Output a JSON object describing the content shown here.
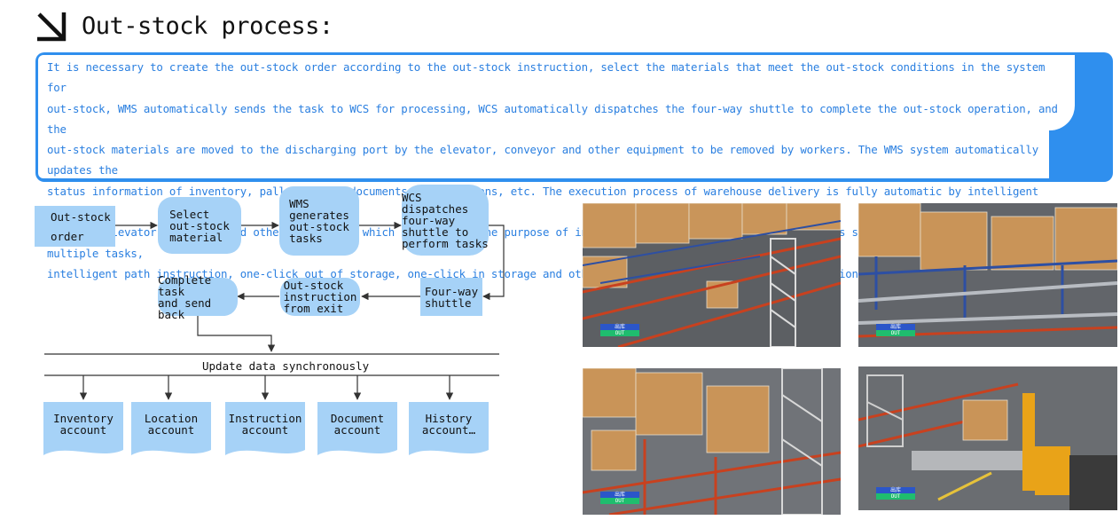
{
  "header": {
    "title": "Out-stock process:",
    "icon": "arrow-down-right-icon"
  },
  "description": {
    "text": "It is necessary to create the out-stock order according to the out-stock instruction, select the materials that meet the out-stock conditions in the system for\nout-stock, WMS automatically sends the task to WCS for processing, WCS automatically dispatches the four-way shuttle to complete the out-stock operation, and the\nout-stock materials are moved to the discharging port by the elevator, conveyor and other equipment to be removed by workers. The WMS system automatically updates the\nstatus information of inventory, pallet space, documents, instructions, etc. The execution process of warehouse delivery is fully automatic by intelligent four-way\nshuttle, elevator, conveyor and other equipment, which conforms to the purpose of intelligent warehouse management. Supports simultaneous execution of multiple tasks,\nintelligent path instruction, one-click out of storage, one-click in storage and other functions, improving overall production efficiency.",
    "accent_color": "#2f8fee",
    "text_color": "#2a7fe0"
  },
  "flow": {
    "node_color": "#a6d2f7",
    "nodes": [
      "Out-stock\n\norder",
      "Select\nout-stock\nmaterial",
      "WMS\ngenerates\nout-stock\ntasks",
      "WCS dispatches\nfour-way\nshuttle to\nperform tasks",
      "Four-way\nshuttle",
      "Out-stock\ninstruction\nfrom exit",
      "Complete task\nand send back"
    ],
    "sync_label": "Update data synchronously",
    "accounts": [
      "Inventory\naccount",
      "Location\naccount",
      "Instruction\naccount",
      "Document\naccount",
      "History\naccount…"
    ]
  },
  "photos": [
    {
      "badge_top": "出库",
      "badge_bottom": "OUT"
    },
    {
      "badge_top": "出库",
      "badge_bottom": "OUT"
    },
    {
      "badge_top": "出库",
      "badge_bottom": "OUT"
    },
    {
      "badge_top": "出库",
      "badge_bottom": "OUT"
    }
  ]
}
